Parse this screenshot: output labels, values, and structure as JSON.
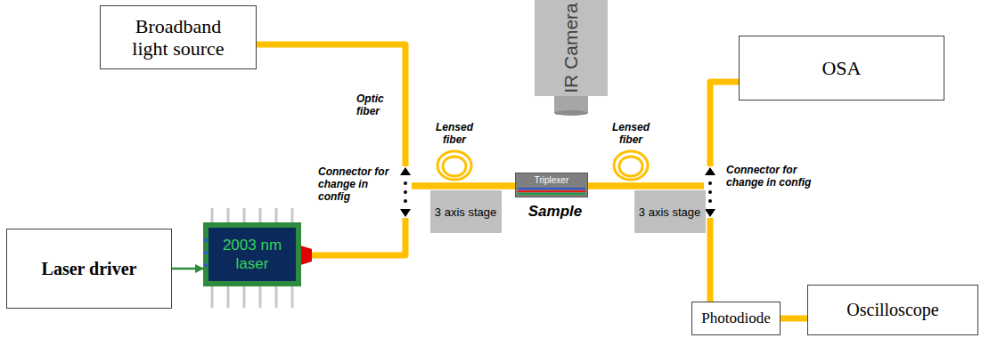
{
  "diagram": {
    "nodes": [
      {
        "text": [
          "Broadband light source"
        ]
      },
      {
        "text": [
          "IR Camera"
        ]
      },
      {
        "text": [
          "OSA"
        ]
      },
      {
        "text": [
          "3 axis stage"
        ]
      },
      {
        "text": [
          "Triplexer"
        ]
      },
      {
        "text": [
          "3 axis stage"
        ]
      },
      {
        "text": [
          "Laser driver"
        ]
      },
      {
        "text": [
          "2003 nm laser"
        ]
      },
      {
        "text": [
          "Photodiode"
        ]
      },
      {
        "text": [
          "Oscilloscope"
        ]
      }
    ],
    "edges": [
      {
        "from": 0,
        "to": 4,
        "arrow": "none"
      },
      {
        "from": 7,
        "to": 4,
        "arrow": "none"
      },
      {
        "from": 4,
        "to": 2,
        "arrow": "none"
      },
      {
        "from": 4,
        "to": 8,
        "arrow": "none"
      },
      {
        "from": 8,
        "to": 9,
        "arrow": "none"
      },
      {
        "from": 6,
        "to": 7,
        "arrow": "to"
      }
    ],
    "labels": [
      "Optic fiber",
      "Connector for change in config",
      "Lensed fiber",
      "Sample",
      "Lensed fiber",
      "Connector for change in config"
    ]
  }
}
